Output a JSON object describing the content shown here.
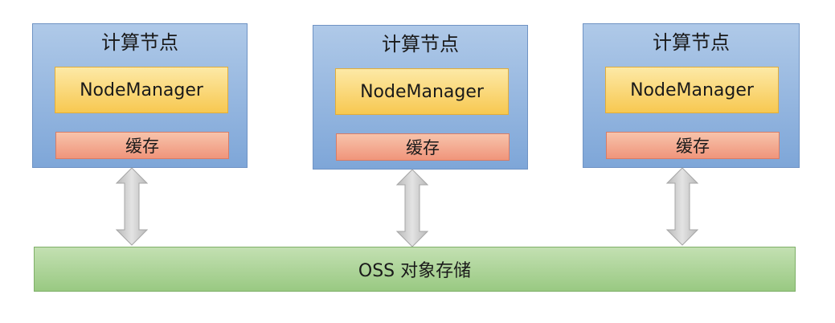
{
  "nodes": [
    {
      "title": "计算节点",
      "manager": "NodeManager",
      "cache": "缓存"
    },
    {
      "title": "计算节点",
      "manager": "NodeManager",
      "cache": "缓存"
    },
    {
      "title": "计算节点",
      "manager": "NodeManager",
      "cache": "缓存"
    }
  ],
  "storage": {
    "label": "OSS 对象存储"
  },
  "colors": {
    "node_fill": "#95b7e0",
    "manager_fill": "#f9d476",
    "cache_fill": "#f3a98d",
    "storage_fill": "#abd397",
    "arrow_fill": "#c8c8c8"
  }
}
